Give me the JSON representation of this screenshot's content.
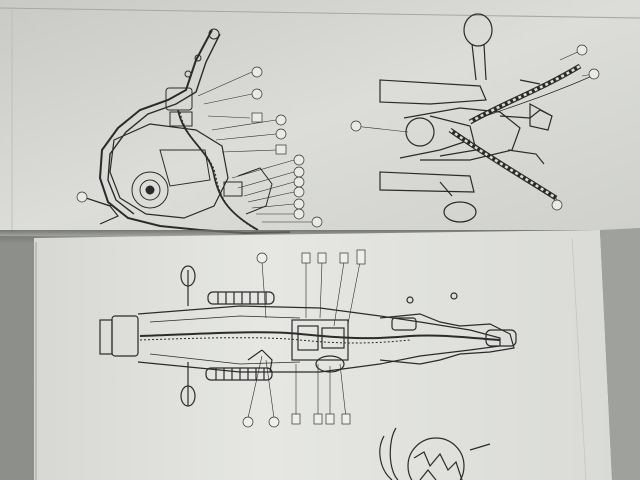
{
  "document": {
    "kind": "motorcycle service manual pages (wiring / cable routing diagrams)",
    "pages": [
      {
        "id": "upper-page",
        "figures": [
          "frame-side-view-harness-routing",
          "handlebar-top-view-cable-routing"
        ]
      },
      {
        "id": "lower-page",
        "figures": [
          "chassis-top-view-harness-routing",
          "detail-inset-partial"
        ]
      }
    ]
  },
  "callouts": {
    "upper_left": [
      "",
      "",
      "",
      "",
      "",
      "",
      "",
      "",
      "",
      "",
      "",
      "",
      ""
    ],
    "upper_right": [
      "",
      "",
      ""
    ],
    "lower_top": [
      "",
      "",
      "",
      "",
      ""
    ],
    "lower_bottom": [
      "",
      "",
      "",
      "",
      "",
      ""
    ]
  },
  "colors": {
    "paper_upper": "#d9dad6",
    "paper_lower": "#e4e5e1",
    "ink": "#2b2b2b",
    "shadow": "#7d7f7b"
  }
}
